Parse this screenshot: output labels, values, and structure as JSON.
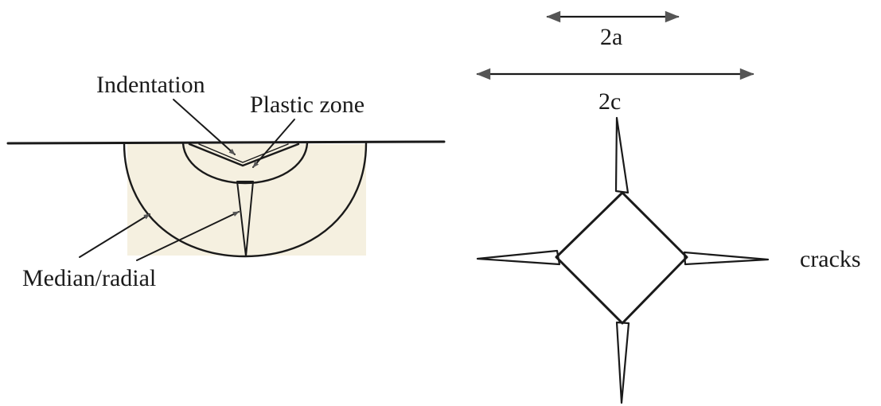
{
  "labels": {
    "indentation": "Indentation",
    "plastic_zone": "Plastic zone",
    "median_radial": "Median/radial",
    "dim_a": "2a",
    "dim_c": "2c",
    "cracks": "cracks"
  },
  "colors": {
    "line": "#1a1a1a",
    "arrowhead": "#555555",
    "shading": "#f5f0e0"
  }
}
